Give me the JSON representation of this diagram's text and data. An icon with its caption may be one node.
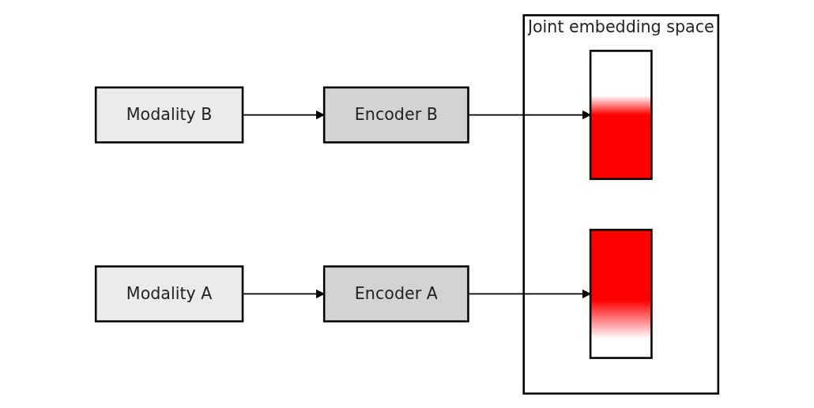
{
  "diagram": {
    "nodes": [
      {
        "text": [
          "Modality A"
        ]
      },
      {
        "text": [
          "Encoder A"
        ]
      },
      {
        "text": [
          "Modality B"
        ]
      },
      {
        "text": [
          "Encoder B"
        ]
      },
      {
        "text": [
          "Joint embedding space"
        ]
      },
      {
        "text": [],
        "shape": "bar",
        "in": 4
      },
      {
        "text": [],
        "shape": "bar",
        "in": 4
      }
    ],
    "edges": [
      {
        "from": 0,
        "to": 1,
        "arrow": "to"
      },
      {
        "from": 2,
        "to": 3,
        "arrow": "to"
      },
      {
        "from": 1,
        "to": 6,
        "arrow": "to"
      },
      {
        "from": 3,
        "to": 5,
        "arrow": "to"
      }
    ]
  }
}
